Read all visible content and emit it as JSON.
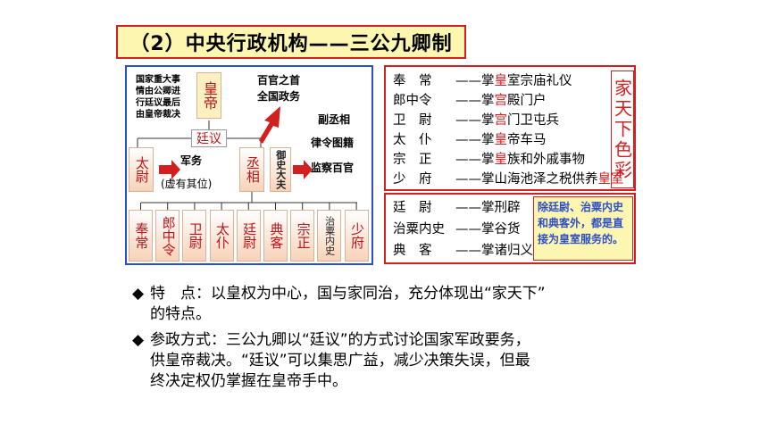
{
  "title": "（2）中央行政机构——三公九卿制",
  "org": {
    "emperor": "皇帝",
    "tingyi": "廷议",
    "note_left": [
      "国家重大事",
      "情由公卿进",
      "行廷议最后",
      "由皇帝裁决"
    ],
    "taiwei": "太尉",
    "taiwei_role": "军务",
    "taiwei_note": "(虚有其位)",
    "chengxiang": "丞相",
    "chengxiang_role": [
      "百官之首",
      "全国政务"
    ],
    "yushi": "御史大夫",
    "yushi_roles": [
      "副丞相",
      "律令图籍",
      "监察百官"
    ],
    "nine": [
      "奉常",
      "郎中令",
      "卫尉",
      "太仆",
      "廷尉",
      "典客",
      "宗正",
      "治粟内史",
      "少府"
    ]
  },
  "duties_top": [
    {
      "name": "奉　常",
      "pre": "——掌",
      "hl": "皇",
      "post": "室宗庙礼仪"
    },
    {
      "name": "郎中令",
      "pre": "——掌",
      "hl": "宫",
      "post": "殿门户"
    },
    {
      "name": "卫　尉",
      "pre": "——掌",
      "hl": "宫",
      "post": "门卫屯兵"
    },
    {
      "name": "太　仆",
      "pre": "——掌",
      "hl": "皇",
      "post": "帝车马"
    },
    {
      "name": "宗　正",
      "pre": "——掌",
      "hl": "皇",
      "post": "族和外戚事物"
    },
    {
      "name": "少　府",
      "pre": "——掌山海池泽之税供养",
      "hl": "皇室",
      "post": ""
    }
  ],
  "jtx": "家天下色彩",
  "duties_bottom": [
    {
      "name": "廷　尉",
      "text": "——掌刑辟"
    },
    {
      "name": "治粟内史",
      "text": "——掌谷货"
    },
    {
      "name": "典　客",
      "text": "——掌诸归义蛮夷"
    }
  ],
  "note": "除廷尉、治粟内史和典客外，都是直接为皇室服务的。",
  "bullets": [
    {
      "marker": "◆",
      "lines": [
        "特　点：以皇权为中心，国与家同治，充分体现出“家天下”",
        "的特点。"
      ]
    },
    {
      "marker": "◆",
      "lines": [
        "参政方式：三公九卿以“廷议”的方式讨论国家军政要务，",
        "供皇帝裁决。“廷议”可以集思广益，减少决策失误，但最",
        "终决定权仍掌握在皇帝手中。"
      ]
    }
  ]
}
